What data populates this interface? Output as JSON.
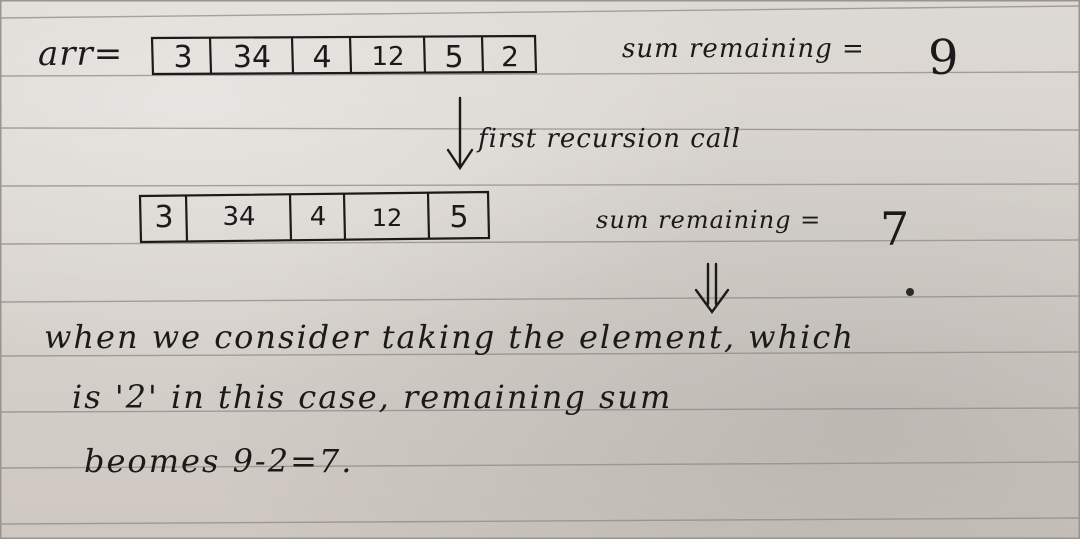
{
  "note": {
    "array_label": "arr=",
    "array1": [
      "3",
      "34",
      "4",
      "12",
      "5",
      "2"
    ],
    "sum1_text": "sum remaining =",
    "sum1_value": "9",
    "recursion_text": "first recursion call",
    "array2": [
      "3",
      "34",
      "4",
      "12",
      "5"
    ],
    "sum2_text": "sum remaining =",
    "sum2_value": "7",
    "line1": "when we consider taking the element, which",
    "line2": "is '2' in this case, remaining sum",
    "line3": "beomes 9-2=7."
  },
  "colors": {
    "paper": "#d8d4cf",
    "ink": "#1a1a1a",
    "rule": "#8f8a85"
  }
}
